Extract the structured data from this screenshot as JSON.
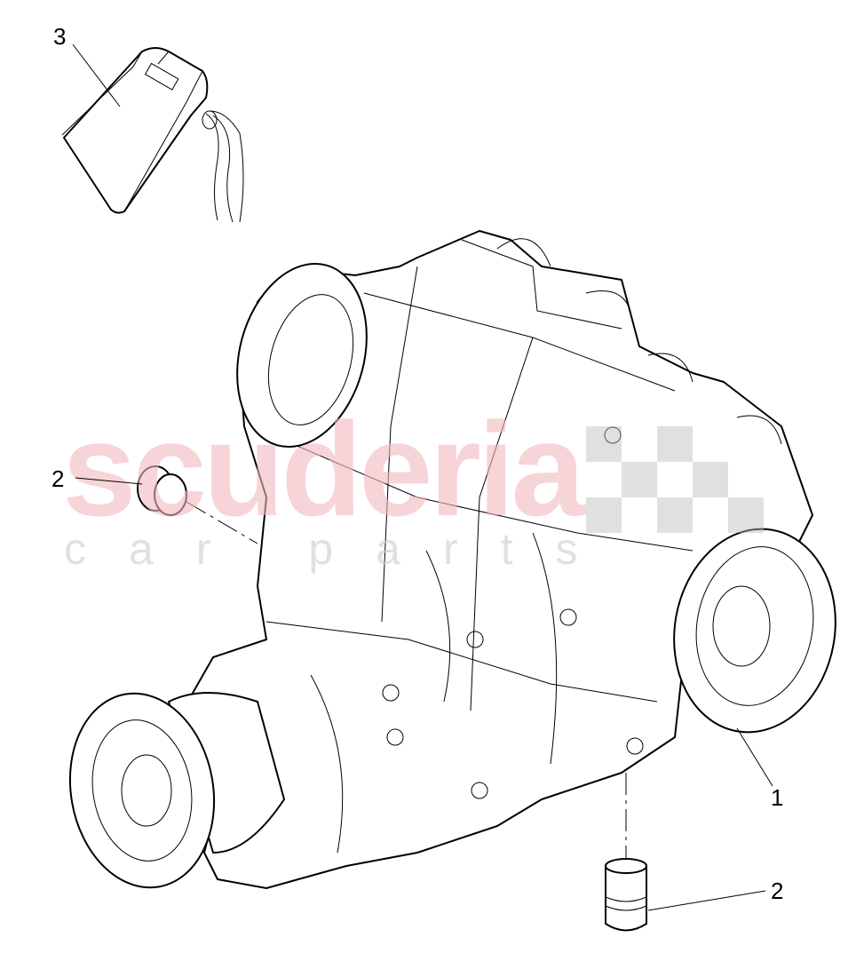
{
  "watermark": {
    "brand": "scuderia",
    "sub": "car parts"
  },
  "callouts": [
    {
      "id": "label-3",
      "text": "3"
    },
    {
      "id": "label-2-top",
      "text": "2"
    },
    {
      "id": "label-1",
      "text": "1"
    },
    {
      "id": "label-2-bottom",
      "text": "2"
    }
  ]
}
